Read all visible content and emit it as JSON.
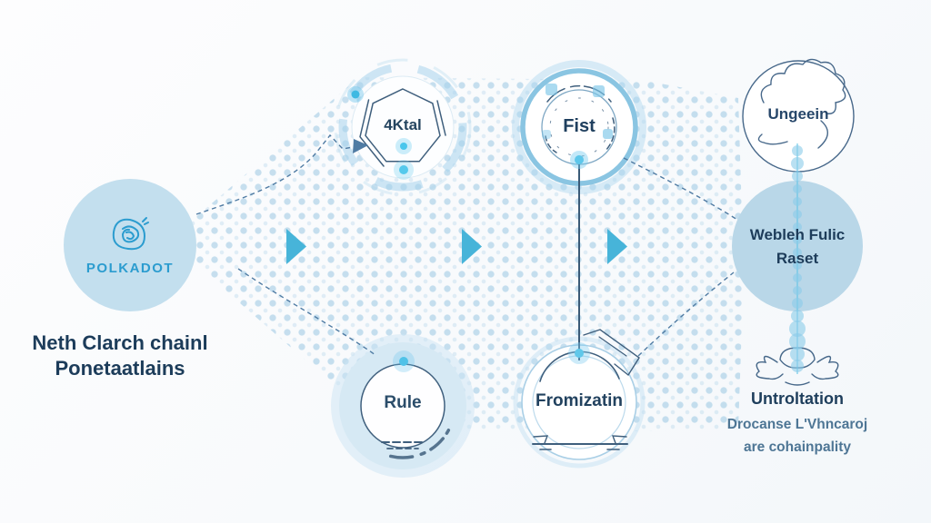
{
  "colors": {
    "accent_blue": "#47b4d9",
    "navy_text": "#1d3c5a",
    "muted_text": "#4e7695",
    "circle_fill_light": "#c3dfee",
    "circle_fill_medium": "#b9d7e8",
    "dot_pattern": "#9ac7e2",
    "sketch_line": "#3f5f7d",
    "logo_blue": "#2b9ccf",
    "connector_cyan": "#45c6ec",
    "connector_navy": "#2c4d6a",
    "dashed_line": "#4f7ba3"
  },
  "source": {
    "logo_label": "POLKADOT",
    "logo_icon": "polkadot-scribble-icon",
    "caption_line1": "Neth Clarch chainl",
    "caption_line2": "Ponetaatlains"
  },
  "stages": [
    {
      "top_label": "4Ktal",
      "bottom_label": "Rule"
    },
    {
      "top_label": "Fist",
      "bottom_label": "Fromizatin"
    }
  ],
  "destination": {
    "top_label": "Ungeein",
    "middle_label_line1": "Webleh Fulic",
    "middle_label_line2": "Raset",
    "bottom_title": "Untroltation",
    "bottom_sub_line1": "Drocanse L'Vhncaroj",
    "bottom_sub_line2": "are cohainpality"
  }
}
